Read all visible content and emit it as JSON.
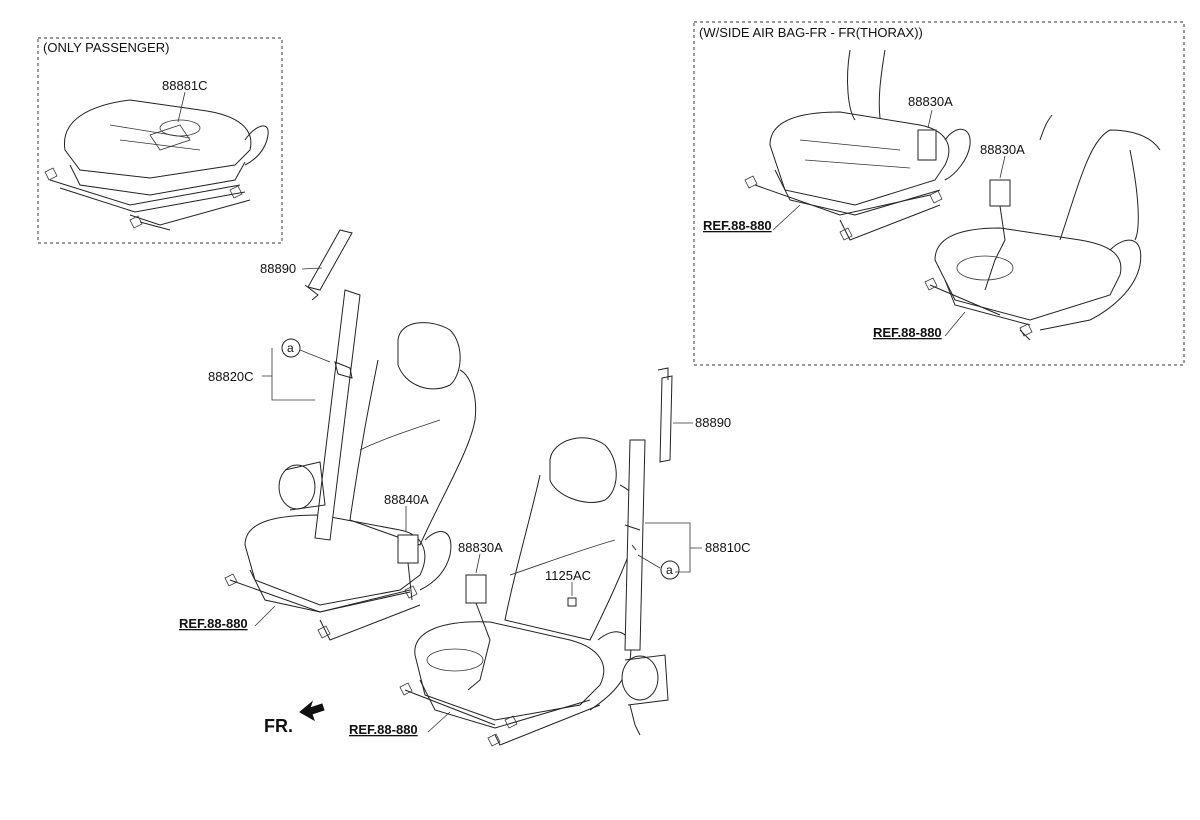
{
  "boxes": {
    "passenger_title": "(ONLY PASSENGER)",
    "airbag_title": "(W/SIDE AIR BAG-FR - FR(THORAX))"
  },
  "labels": {
    "p88881c": "88881C",
    "b88830a_1": "88830A",
    "b88830a_2": "88830A",
    "ref_box1": "REF.88-880",
    "ref_box2": "REF.88-880",
    "l88890": "88890",
    "l88820c": "88820C",
    "l88840a": "88840A",
    "ref_left": "REF.88-880",
    "r88890": "88890",
    "r88830a": "88830A",
    "r1125ac": "1125AC",
    "r88810c": "88810C",
    "ref_right": "REF.88-880",
    "circle_a_left": "a",
    "circle_a_right": "a",
    "fr": "FR."
  }
}
